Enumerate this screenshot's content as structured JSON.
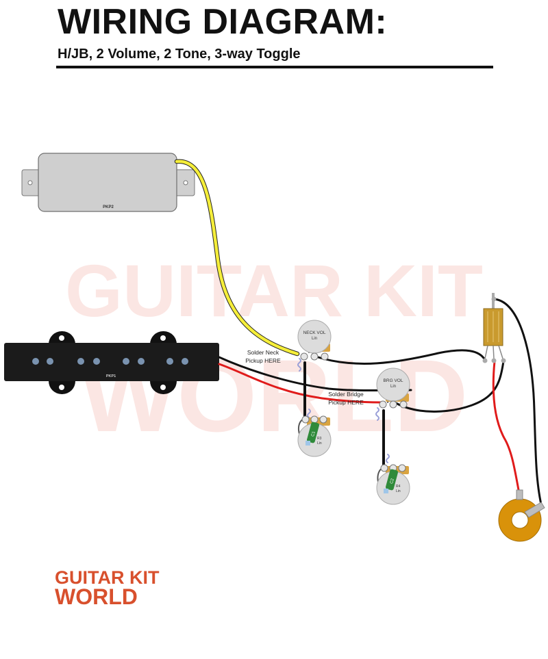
{
  "header": {
    "title": "WIRING DIAGRAM:",
    "subtitle": "H/JB, 2 Volume, 2 Tone, 3-way Toggle"
  },
  "pickups": {
    "humbucker_label": "PKP2",
    "jbass_label": "PKP1"
  },
  "pots": {
    "neck_vol_label": "NECK VOL",
    "neck_vol_taper": "Lin",
    "bridge_vol_label": "BRG VOL",
    "bridge_vol_taper": "Lin",
    "neck_tone_label": "R3",
    "neck_tone_taper": "Lin",
    "bridge_tone_label": "R4",
    "bridge_tone_taper": "Lin"
  },
  "caps": {
    "c1_label": "C1",
    "c2_label": "C2"
  },
  "annotations": {
    "neck_solder_line1": "Solder Neck",
    "neck_solder_line2": "Pickup HERE",
    "bridge_solder_line1": "Solder Bridge",
    "bridge_solder_line2": "Pickup HERE"
  },
  "watermark": {
    "line1": "GUITAR KIT",
    "line2": "WORLD"
  },
  "logo": {
    "line1": "GUITAR KIT",
    "line2": "WORLD"
  },
  "colors": {
    "yellow_wire": "#f5ee3a",
    "red_wire": "#e01b1b",
    "black_wire": "#111111",
    "pot_body": "#dcdcdc",
    "pot_lug_tab": "#d9a441",
    "toggle_body": "#c99a2e",
    "jack": "#d9920a",
    "tone_cap": "#2f8a3a",
    "brand": "#d8502d",
    "watermark": "#fbe6e3"
  }
}
